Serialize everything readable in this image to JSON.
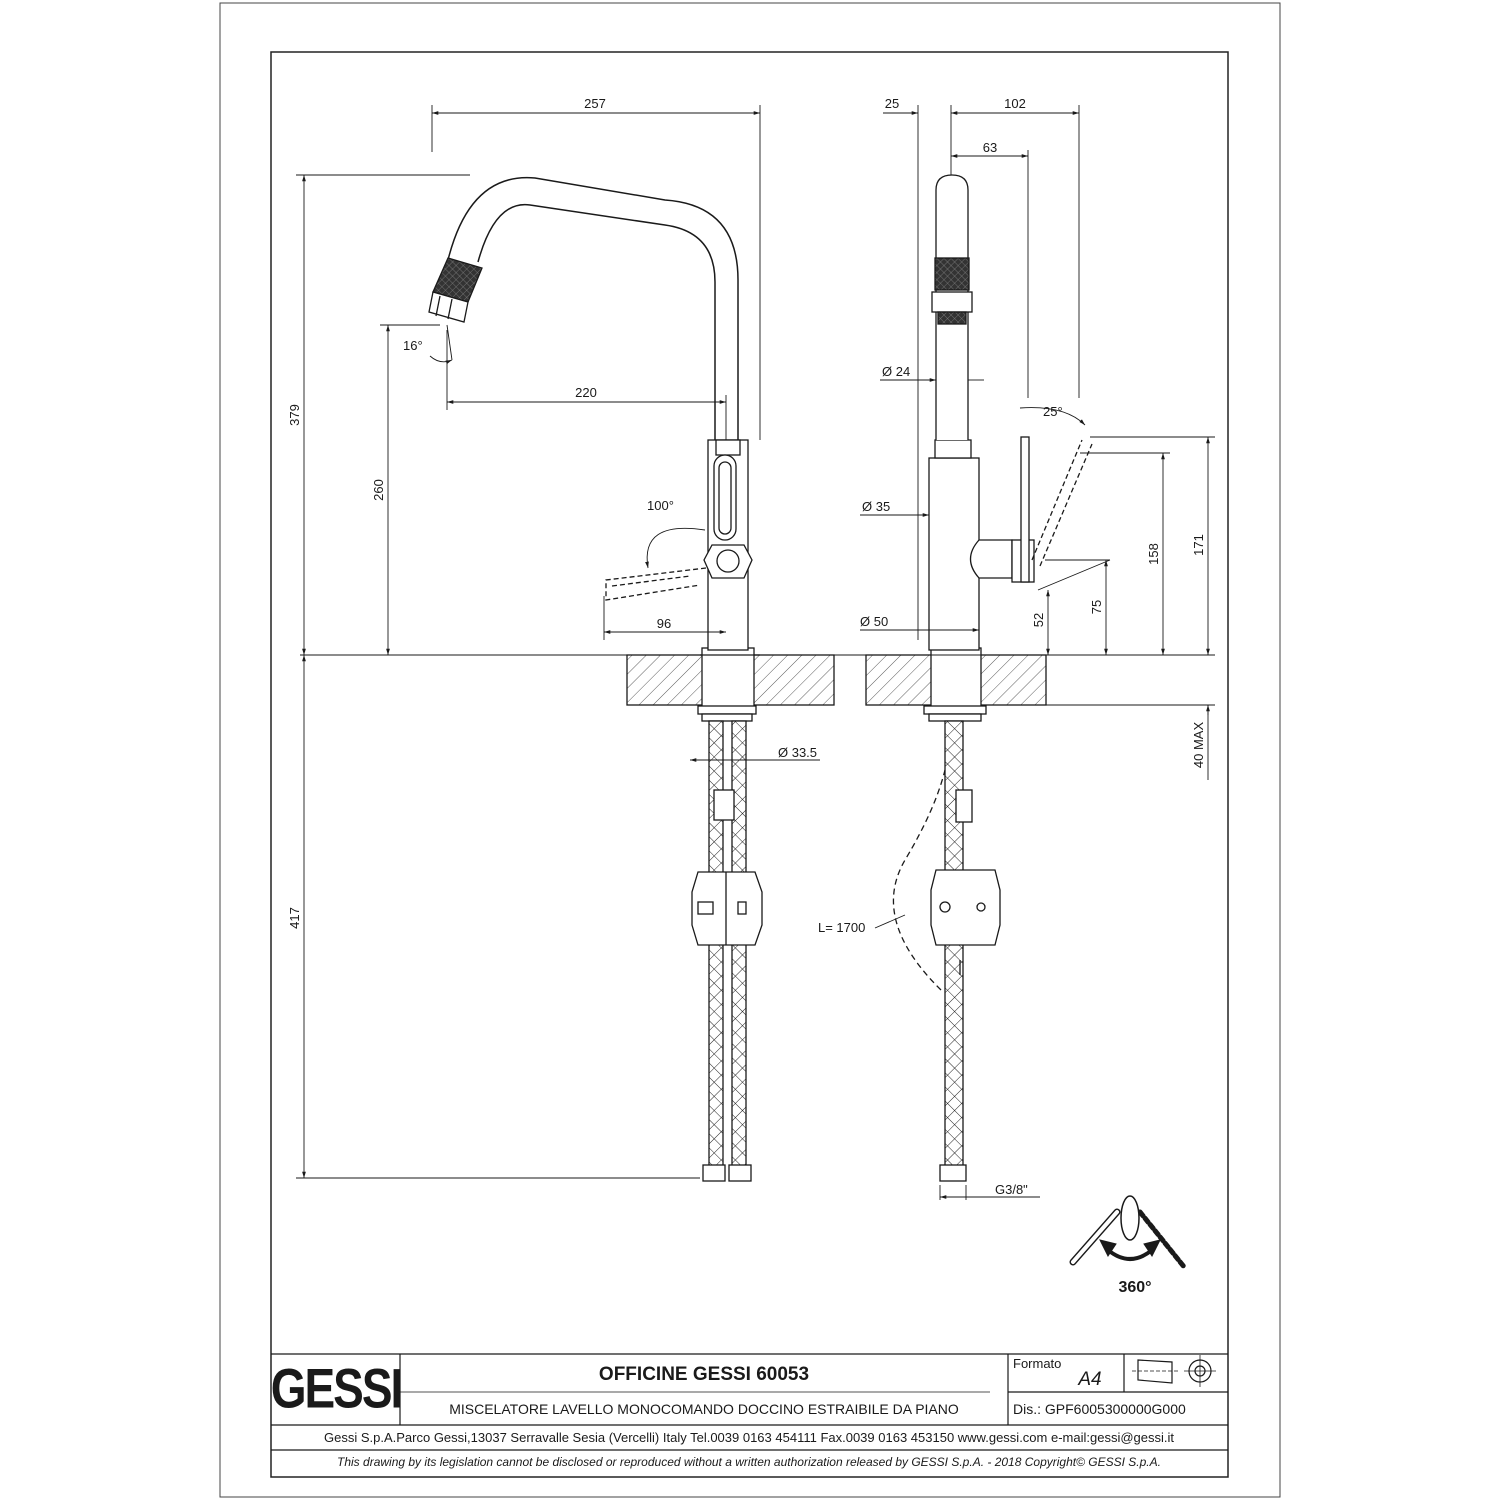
{
  "dimensions": {
    "left_width": "257",
    "left_height": "379",
    "left_spout": "220",
    "left_outlet_height": "260",
    "left_angle_spout": "16°",
    "left_angle_handle": "100°",
    "left_handle_reach": "96",
    "left_hose_dia": "Ø 33.5",
    "left_under_height": "417",
    "right_offset_a": "25",
    "right_offset_b": "102",
    "right_offset_c": "63",
    "right_dia_24": "Ø 24",
    "right_dia_35": "Ø 35",
    "right_dia_50": "Ø 50",
    "right_angle": "25°",
    "right_h52": "52",
    "right_h75": "75",
    "right_h158": "158",
    "right_h171": "171",
    "right_max": "40 MAX",
    "right_hose_len": "L= 1700",
    "right_thread": "G3/8\"",
    "rotation": "360°"
  },
  "title_block": {
    "logo": "GESSI",
    "product": "OFFICINE GESSI 60053",
    "description": "MISCELATORE LAVELLO MONOCOMANDO DOCCINO ESTRAIBILE DA PIANO",
    "format_label": "Formato",
    "format_value": "A4",
    "drawing_no": "Dis.: GPF6005300000G000",
    "address": "Gessi S.p.A.Parco Gessi,13037 Serravalle Sesia (Vercelli) Italy Tel.0039 0163 454111 Fax.0039 0163 453150 www.gessi.com e-mail:gessi@gessi.it",
    "disclaimer": "This drawing by its legislation cannot be disclosed or reproduced without a written authorization released by GESSI S.p.A. - 2018 Copyright© GESSI S.p.A."
  }
}
